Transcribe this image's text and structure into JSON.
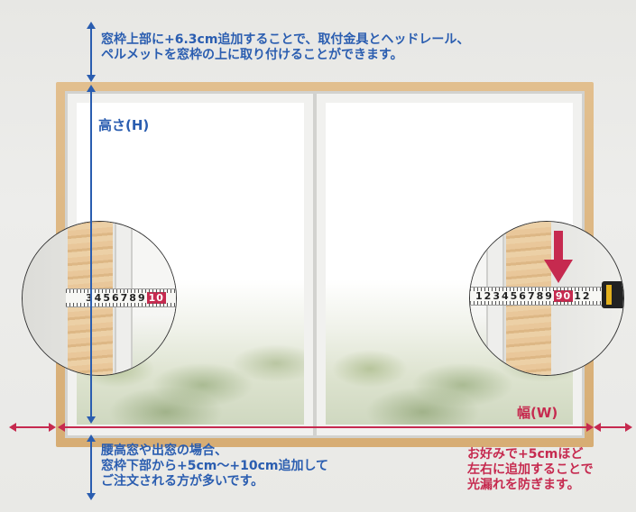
{
  "annotations": {
    "top_note_line1": "窓枠上部に+6.3cm追加することで、取付金具とヘッドレール、",
    "top_note_line2": "ペルメットを窓枠の上に取り付けることができます。",
    "height_label": "高さ(H)",
    "width_label": "幅(W)",
    "bottom_note_line1": "腰高窓や出窓の場合、",
    "bottom_note_line2": "窓枠下部から+5cm〜+10cm追加して",
    "bottom_note_line3": "ご注文される方が多いです。",
    "right_note_line1": "お好みで+5cmほど",
    "right_note_line2": "左右に追加することで",
    "right_note_line3": "光漏れを防ぎます。"
  },
  "tape_left": {
    "digits": [
      "3",
      "4",
      "5",
      "6",
      "7",
      "8",
      "9"
    ],
    "highlight": "10"
  },
  "tape_right": {
    "digits": [
      "1",
      "2",
      "3",
      "4",
      "5",
      "6",
      "7",
      "8",
      "9"
    ],
    "highlight": "90",
    "tail": [
      "1",
      "2"
    ]
  },
  "colors": {
    "blue": "#2a5db0",
    "red": "#c62a4f",
    "frame_wood": "#dcb27a"
  },
  "icons": [
    "measuring-tape-icon",
    "down-arrow-icon",
    "double-arrow-icon"
  ]
}
